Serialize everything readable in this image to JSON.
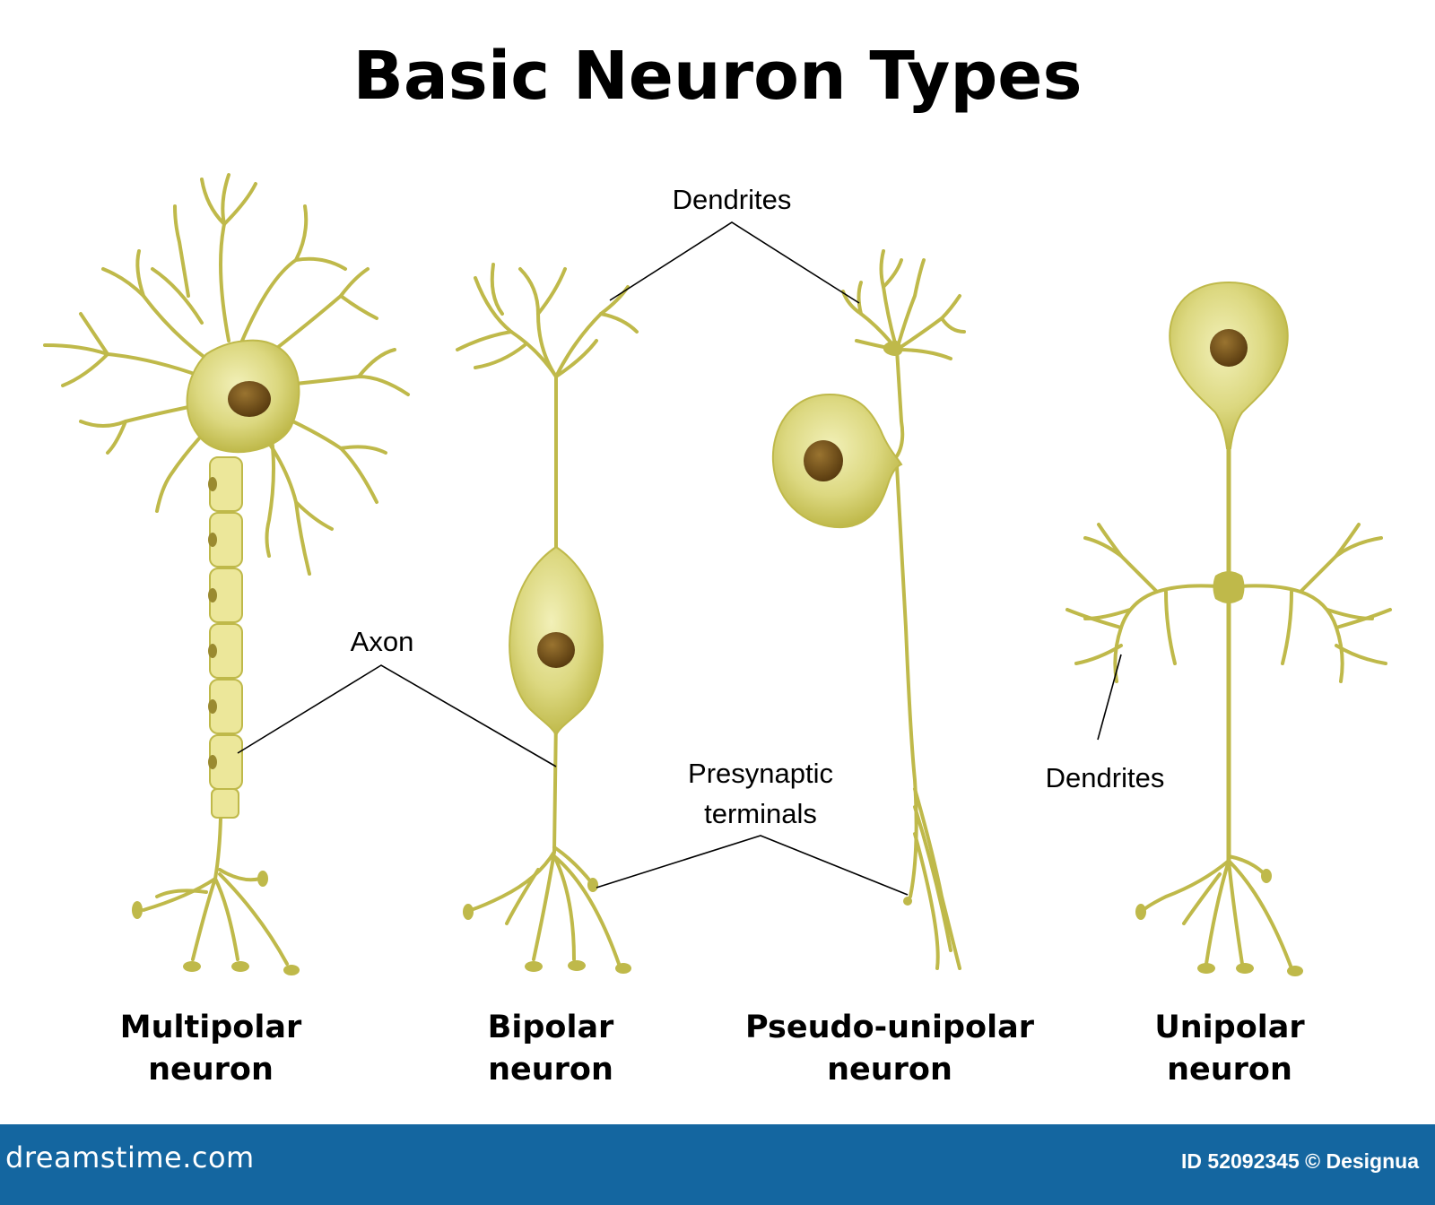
{
  "title": "Basic Neuron Types",
  "labels": {
    "dendrites_top": "Dendrites",
    "axon": "Axon",
    "presynaptic_line1": "Presynaptic",
    "presynaptic_line2": "terminals",
    "dendrites_right": "Dendrites"
  },
  "neurons": [
    {
      "line1": "Multipolar",
      "line2": "neuron"
    },
    {
      "line1": "Bipolar",
      "line2": "neuron"
    },
    {
      "line1": "Pseudo-unipolar",
      "line2": "neuron"
    },
    {
      "line1": "Unipolar",
      "line2": "neuron"
    }
  ],
  "footer": {
    "brand": "dreamstime.com",
    "credit": "ID 52092345 © Designua"
  },
  "colors": {
    "cell_body": "#d9d57a",
    "cell_body_highlight": "#f2f0b8",
    "fiber": "#bfb94a",
    "nucleus": "#6b4a16",
    "myelin": "#ece79a",
    "footer_bar": "#1466a0"
  }
}
